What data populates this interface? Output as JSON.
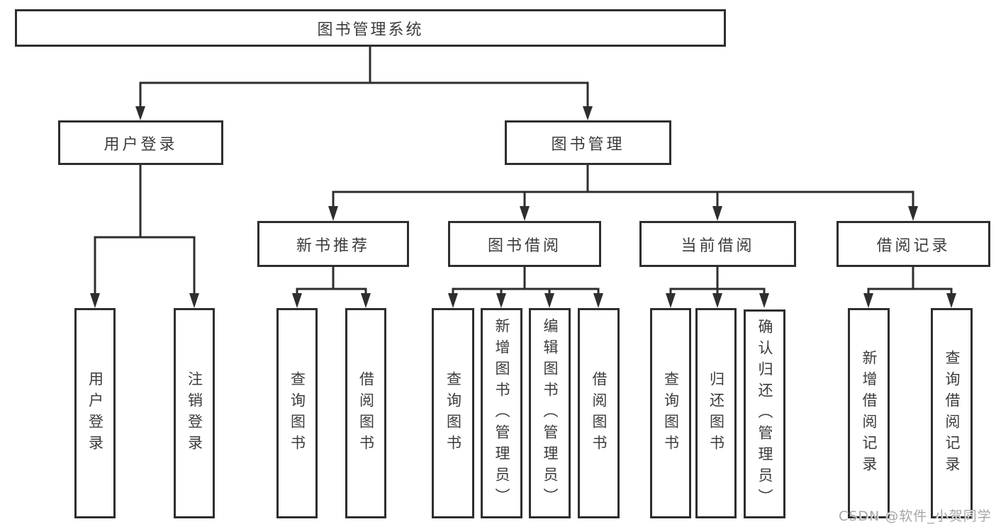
{
  "diagram": {
    "type": "hierarchy-tree",
    "colors": {
      "line": "#2e2e2e",
      "box_border": "#2e2e2e",
      "text": "#3c3c3c",
      "background": "#ffffff",
      "watermark": "#a6a6a6"
    },
    "tree": {
      "label": "图书管理系统",
      "children": [
        {
          "label": "用户登录",
          "children": [
            {
              "label": "用户登录"
            },
            {
              "label": "注销登录"
            }
          ]
        },
        {
          "label": "图书管理",
          "children": [
            {
              "label": "新书推荐",
              "children": [
                {
                  "label": "查询图书"
                },
                {
                  "label": "借阅图书"
                }
              ]
            },
            {
              "label": "图书借阅",
              "children": [
                {
                  "label": "查询图书"
                },
                {
                  "label": "新增图书（管理员）"
                },
                {
                  "label": "编辑图书（管理员）"
                },
                {
                  "label": "借阅图书"
                }
              ]
            },
            {
              "label": "当前借阅",
              "children": [
                {
                  "label": "查询图书"
                },
                {
                  "label": "归还图书"
                },
                {
                  "label": "确认归还（管理员）"
                }
              ]
            },
            {
              "label": "借阅记录",
              "children": [
                {
                  "label": "新增借阅记录"
                },
                {
                  "label": "查询借阅记录"
                }
              ]
            }
          ]
        }
      ]
    },
    "watermark": {
      "text": "CSDN @软件_小贺同学"
    }
  }
}
